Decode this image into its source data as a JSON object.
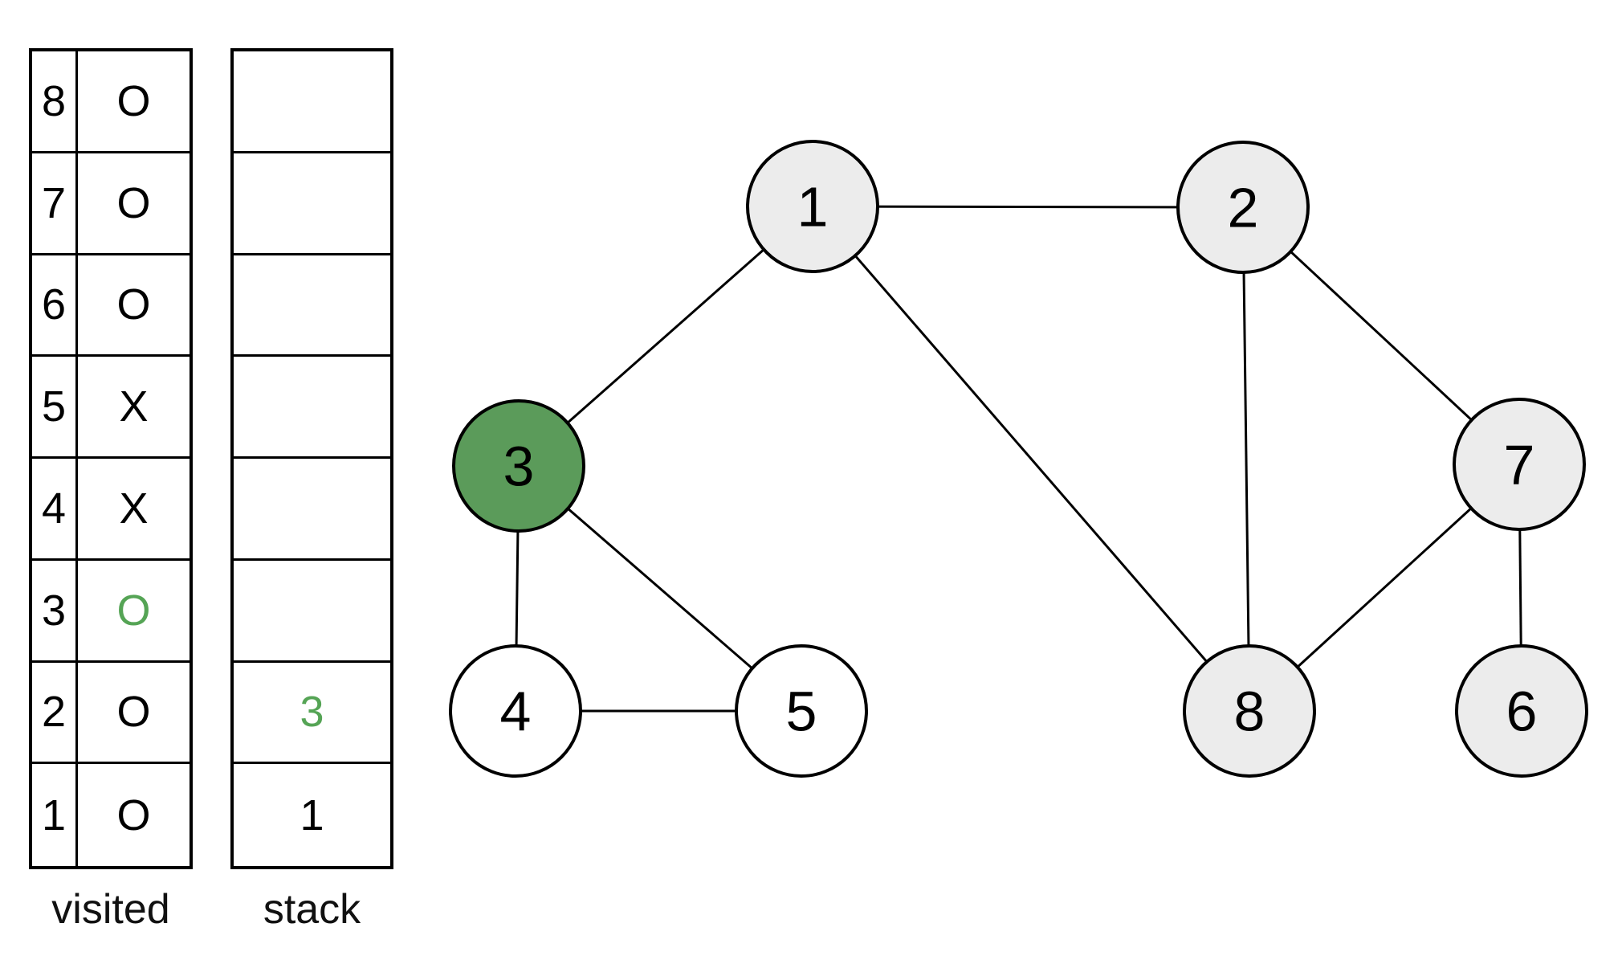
{
  "colors": {
    "node_visited_fill": "#ececec",
    "node_unvisited_fill": "#ffffff",
    "node_current_fill": "#5b9b5a",
    "highlight_text": "#55a455",
    "default_text": "#000000",
    "stroke": "#000000"
  },
  "visited_table": {
    "label": "visited",
    "rows": [
      {
        "id": "8",
        "value": "O",
        "value_color": "#000000"
      },
      {
        "id": "7",
        "value": "O",
        "value_color": "#000000"
      },
      {
        "id": "6",
        "value": "O",
        "value_color": "#000000"
      },
      {
        "id": "5",
        "value": "X",
        "value_color": "#000000"
      },
      {
        "id": "4",
        "value": "X",
        "value_color": "#000000"
      },
      {
        "id": "3",
        "value": "O",
        "value_color": "#55a455"
      },
      {
        "id": "2",
        "value": "O",
        "value_color": "#000000"
      },
      {
        "id": "1",
        "value": "O",
        "value_color": "#000000"
      }
    ]
  },
  "stack_table": {
    "label": "stack",
    "cells": [
      {
        "value": "",
        "color": "#000000"
      },
      {
        "value": "",
        "color": "#000000"
      },
      {
        "value": "",
        "color": "#000000"
      },
      {
        "value": "",
        "color": "#000000"
      },
      {
        "value": "",
        "color": "#000000"
      },
      {
        "value": "",
        "color": "#000000"
      },
      {
        "value": "3",
        "color": "#55a455"
      },
      {
        "value": "1",
        "color": "#000000"
      }
    ]
  },
  "graph": {
    "nodes": [
      {
        "label": "1",
        "fill": "#ececec"
      },
      {
        "label": "2",
        "fill": "#ececec"
      },
      {
        "label": "3",
        "fill": "#5b9b5a"
      },
      {
        "label": "4",
        "fill": "#ffffff"
      },
      {
        "label": "5",
        "fill": "#ffffff"
      },
      {
        "label": "6",
        "fill": "#ececec"
      },
      {
        "label": "7",
        "fill": "#ececec"
      },
      {
        "label": "8",
        "fill": "#ececec"
      }
    ],
    "edges": [
      "1-2",
      "1-3",
      "1-8",
      "2-7",
      "2-8",
      "3-4",
      "3-5",
      "4-5",
      "7-6",
      "7-8"
    ]
  }
}
